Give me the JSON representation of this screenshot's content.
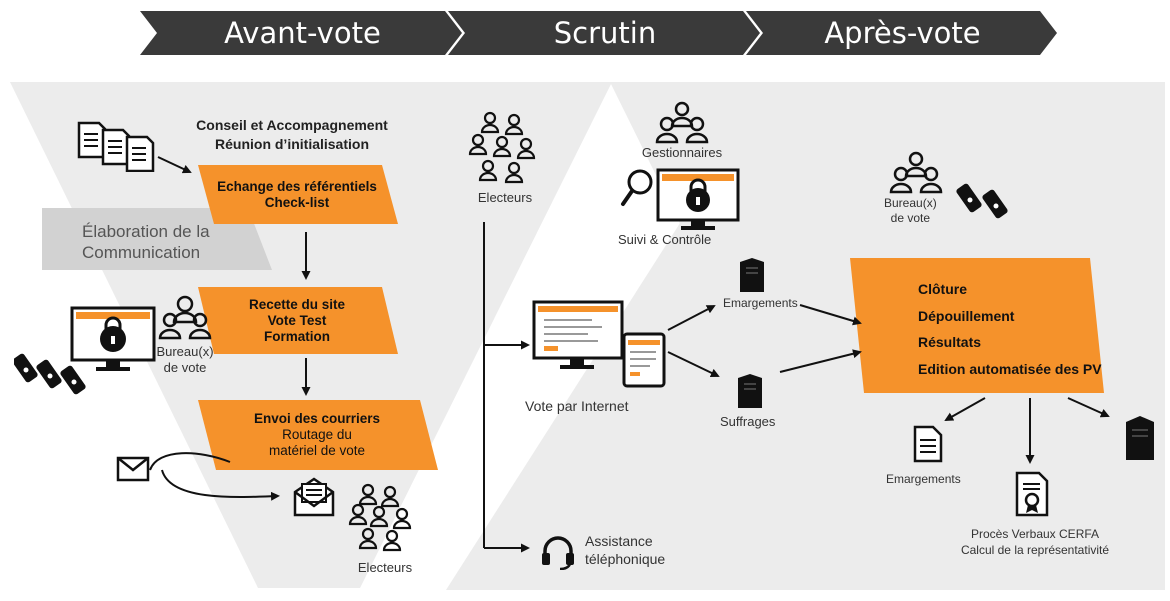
{
  "phases": {
    "avant": "Avant-vote",
    "scrutin": "Scrutin",
    "apres": "Après-vote"
  },
  "avant_vote": {
    "conseil_line1": "Conseil et Accompagnement",
    "conseil_line2": "Réunion d’initialisation",
    "elaboration_line1": "Élaboration de la",
    "elaboration_line2": "Communication",
    "box1_line1": "Echange des référentiels",
    "box1_line2": "Check-list",
    "box2_line1": "Recette du site",
    "box2_line2": "Vote Test",
    "box2_line3": "Formation",
    "box3_line1": "Envoi des courriers",
    "box3_line2": "Routage du",
    "box3_line3": "matériel de vote",
    "bureau_line1": "Bureau(x)",
    "bureau_line2": "de vote",
    "electeurs": "Electeurs"
  },
  "scrutin": {
    "electeurs": "Electeurs",
    "vote_internet": "Vote par Internet",
    "assistance_line1": "Assistance",
    "assistance_line2": "téléphonique",
    "gestionnaires": "Gestionnaires",
    "suivi": "Suivi & Contrôle",
    "emargements": "Emargements",
    "suffrages": "Suffrages"
  },
  "apres_vote": {
    "bureau_line1": "Bureau(x)",
    "bureau_line2": "de vote",
    "steps": [
      "Clôture",
      "Dépouillement",
      "Résultats",
      "Edition automatisée des PV"
    ],
    "emargements": "Emargements",
    "pv_line1": "Procès Verbaux CERFA",
    "pv_line2": "Calcul de la représentativité"
  },
  "colors": {
    "orange": "#f5922b",
    "banner": "#3a3a3a",
    "light_gray": "#ececec",
    "mid_gray": "#d4d4d4"
  }
}
